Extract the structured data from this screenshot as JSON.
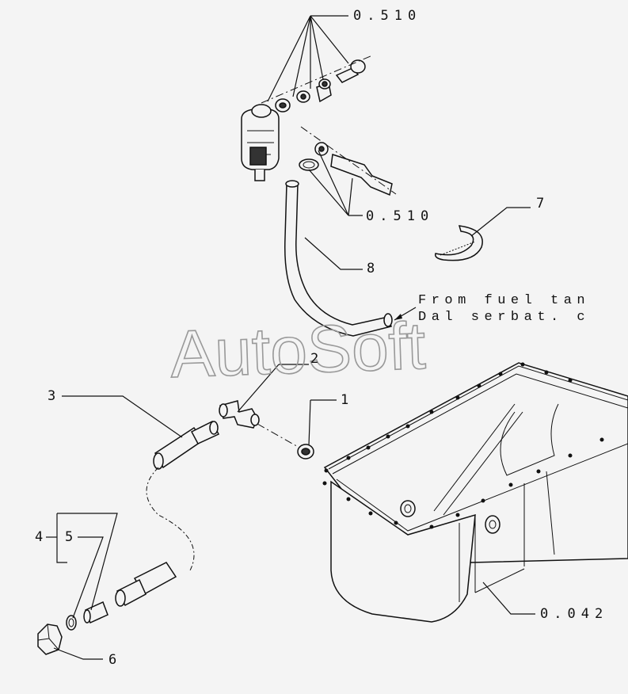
{
  "watermark": "AutoSoft",
  "callouts": {
    "ref_top": "0.510",
    "ref_mid": "0.510",
    "ref_pan": "0.042",
    "p1": "1",
    "p2": "2",
    "p3": "3",
    "p4": "4",
    "p5": "5",
    "p6": "6",
    "p7": "7",
    "p8": "8"
  },
  "note": {
    "line1": "From fuel tan",
    "line2": "Dal serbat. c"
  }
}
